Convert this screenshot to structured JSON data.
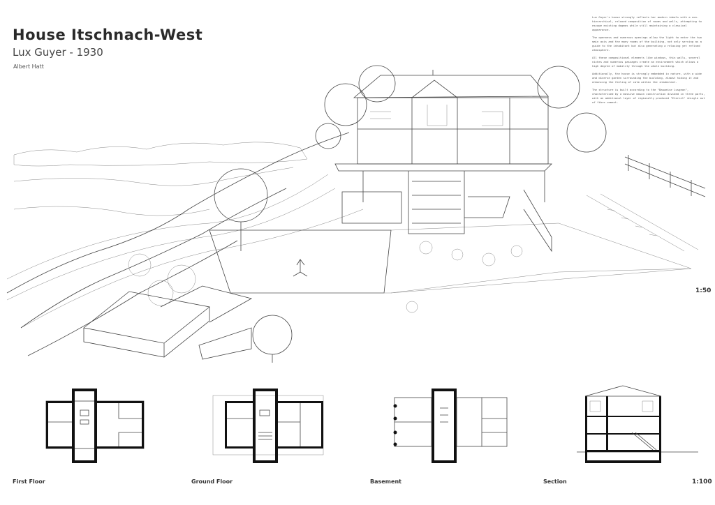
{
  "title": "House Itschnach-West",
  "subtitle": "Lux Guyer - 1930",
  "author": "Albert Hatt",
  "description": [
    "Lux Guyer's house strongly reflects her modern ideals with a non-hierarchical, relaxed composition of rooms and walls, attempting to escape existing dogmas while still maintaining a classical appearance.",
    "The openness and numerous openings allow the light to enter the two main axis and the many rooms of the building, not only serving as a guide to the inhabitant but also generating a relaxing yet refined atmosphere.",
    "All these compositional elements like windows, thin walls, several niches and numerous passages create an environment which allows a high degree of mobility through the whole building.",
    "Additionally, the house is strongly embedded in nature, with a wide and diverse garden surrounding the building, almost hiding it and enhancing the feeling of calm within the inhabitant.",
    "The structure is built according to the \"Bauweise Lusgeon\", characterised by a massive mason construction divided in three parts, with an additional layer of regionally produced \"Eternit\" shingle out of fibre cement."
  ],
  "scale_top": "1:50",
  "scale_bottom": "1:100",
  "plans": [
    {
      "label": "First Floor"
    },
    {
      "label": "Ground Floor"
    },
    {
      "label": "Basement"
    },
    {
      "label": "Section"
    }
  ]
}
